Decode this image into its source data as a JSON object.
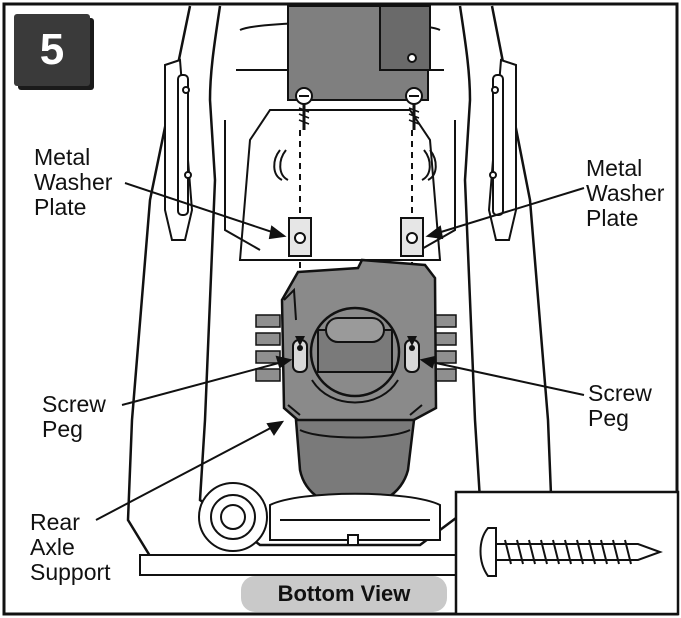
{
  "step": {
    "number": "5"
  },
  "labels": {
    "metal_washer_plate_left": "Metal\nWasher\nPlate",
    "metal_washer_plate_right": "Metal\nWasher\nPlate",
    "screw_peg_left": "Screw\nPeg",
    "screw_peg_right": "Screw\nPeg",
    "rear_axle_support": "Rear\nAxle\nSupport"
  },
  "view_caption": "Bottom View",
  "inset": {
    "icon": "screw-icon"
  },
  "colors": {
    "housing_gray": "#8a8a8a",
    "dark_gray": "#5f5f5f",
    "pill_gray": "#c9c9c9",
    "badge": "#3a3a3a"
  }
}
